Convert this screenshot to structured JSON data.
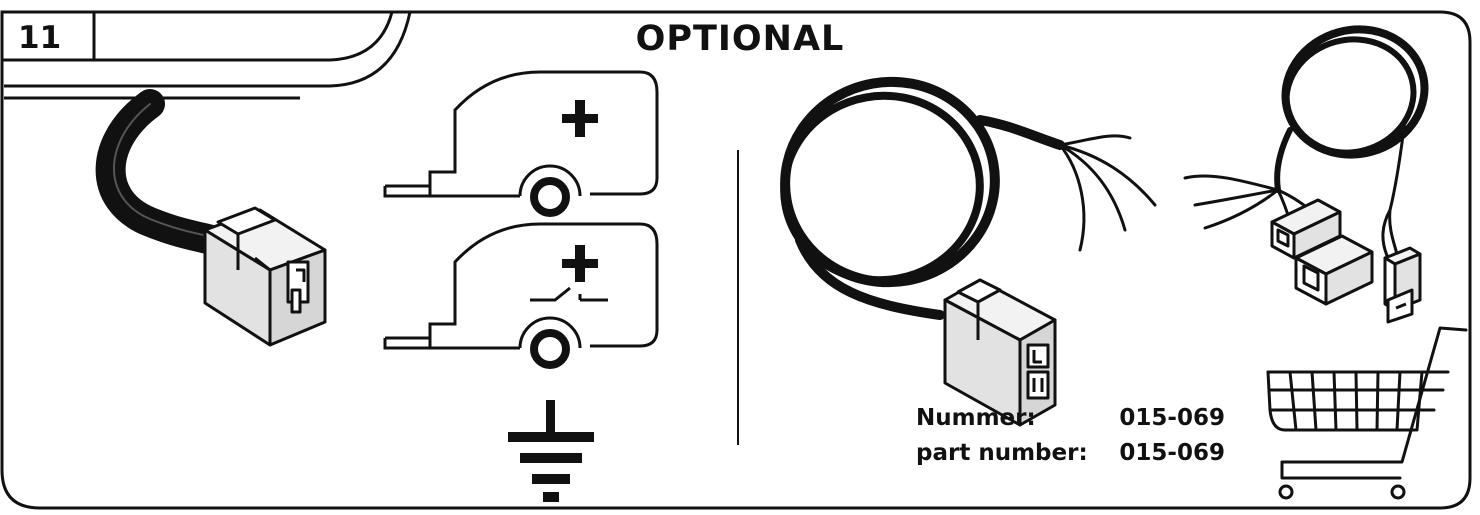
{
  "step": {
    "number": "11"
  },
  "heading": "OPTIONAL",
  "icons": {
    "trailer_power": "trailer-permanent-plus-icon",
    "trailer_switched": "trailer-switched-plus-icon",
    "ground": "ground-symbol-icon",
    "cart": "shopping-cart-icon"
  },
  "part": {
    "label_de": "Nummer:",
    "value_de": "015-069",
    "label_en": "part number:",
    "value_en": "015-069"
  },
  "colors": {
    "line": "#111111",
    "connector_fill": "#e6e6e6",
    "background": "#ffffff"
  }
}
